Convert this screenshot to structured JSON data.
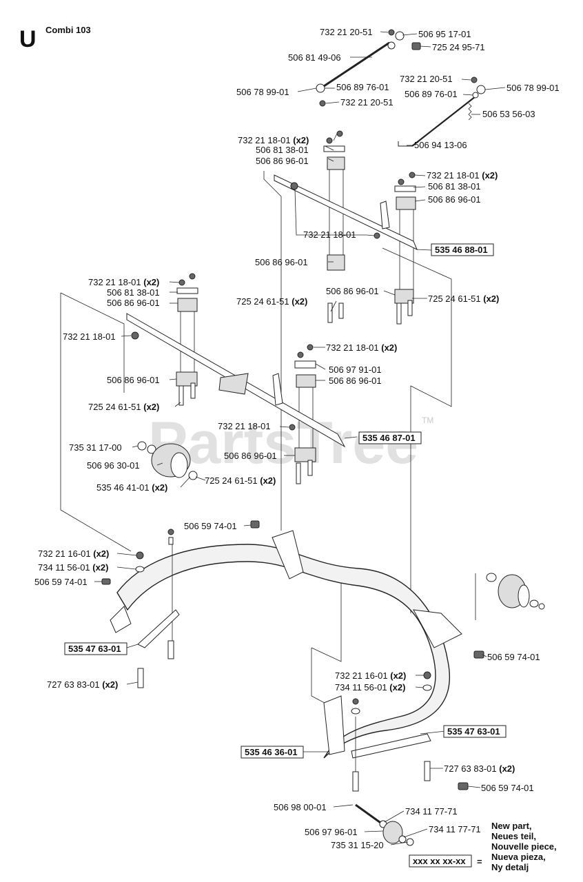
{
  "header": {
    "section_letter": "U",
    "model": "Combi 103"
  },
  "watermark": {
    "text": "PartsTree",
    "tm": "TM"
  },
  "legend": {
    "lines": [
      "New part,",
      "Neues teil,",
      "Nouvelle piece,",
      "Nueva pieza,",
      "Ny detalj"
    ],
    "sample": "xxx xx xx-xx",
    "equals": "="
  },
  "parts": [
    {
      "num": "732 21 20-51",
      "qty": ""
    },
    {
      "num": "506 95 17-01",
      "qty": ""
    },
    {
      "num": "725 24 95-71",
      "qty": ""
    },
    {
      "num": "506 81 49-06",
      "qty": ""
    },
    {
      "num": "506 78 99-01",
      "qty": ""
    },
    {
      "num": "506 89 76-01",
      "qty": ""
    },
    {
      "num": "732 21 20-51",
      "qty": ""
    },
    {
      "num": "732 21 20-51",
      "qty": ""
    },
    {
      "num": "506 78 99-01",
      "qty": ""
    },
    {
      "num": "506 89 76-01",
      "qty": ""
    },
    {
      "num": "506 53 56-03",
      "qty": ""
    },
    {
      "num": "506 94 13-06",
      "qty": ""
    },
    {
      "num": "732 21 18-01",
      "qty": "(x2)"
    },
    {
      "num": "506 81 38-01",
      "qty": ""
    },
    {
      "num": "506 86 96-01",
      "qty": ""
    },
    {
      "num": "732 21 18-01",
      "qty": "(x2)"
    },
    {
      "num": "506 81 38-01",
      "qty": ""
    },
    {
      "num": "506 86 96-01",
      "qty": ""
    },
    {
      "num": "732 21 18-01",
      "qty": ""
    },
    {
      "num": "535 46 88-01",
      "qty": ""
    },
    {
      "num": "506 86 96-01",
      "qty": ""
    },
    {
      "num": "506 86 96-01",
      "qty": ""
    },
    {
      "num": "725 24 61-51",
      "qty": "(x2)"
    },
    {
      "num": "725 24 61-51",
      "qty": "(x2)"
    },
    {
      "num": "732 21 18-01",
      "qty": "(x2)"
    },
    {
      "num": "506 81 38-01",
      "qty": ""
    },
    {
      "num": "506 86 96-01",
      "qty": ""
    },
    {
      "num": "732 21 18-01",
      "qty": ""
    },
    {
      "num": "732 21 18-01",
      "qty": "(x2)"
    },
    {
      "num": "506 97 91-01",
      "qty": ""
    },
    {
      "num": "506 86 96-01",
      "qty": ""
    },
    {
      "num": "506 86 96-01",
      "qty": ""
    },
    {
      "num": "725 24 61-51",
      "qty": "(x2)"
    },
    {
      "num": "732 21 18-01",
      "qty": ""
    },
    {
      "num": "535 46 87-01",
      "qty": ""
    },
    {
      "num": "735 31 17-00",
      "qty": ""
    },
    {
      "num": "506 96 30-01",
      "qty": ""
    },
    {
      "num": "506 86 96-01",
      "qty": ""
    },
    {
      "num": "535 46 41-01",
      "qty": "(x2)"
    },
    {
      "num": "725 24 61-51",
      "qty": "(x2)"
    },
    {
      "num": "506 59 74-01",
      "qty": ""
    },
    {
      "num": "732 21 16-01",
      "qty": "(x2)"
    },
    {
      "num": "734 11 56-01",
      "qty": "(x2)"
    },
    {
      "num": "506 59 74-01",
      "qty": ""
    },
    {
      "num": "535 47 63-01",
      "qty": ""
    },
    {
      "num": "727 63 83-01",
      "qty": "(x2)"
    },
    {
      "num": "506 59 74-01",
      "qty": ""
    },
    {
      "num": "732 21 16-01",
      "qty": "(x2)"
    },
    {
      "num": "734 11 56-01",
      "qty": "(x2)"
    },
    {
      "num": "535 47 63-01",
      "qty": ""
    },
    {
      "num": "535 46 36-01",
      "qty": ""
    },
    {
      "num": "727 63 83-01",
      "qty": "(x2)"
    },
    {
      "num": "506 59 74-01",
      "qty": ""
    },
    {
      "num": "506 98 00-01",
      "qty": ""
    },
    {
      "num": "734 11 77-71",
      "qty": ""
    },
    {
      "num": "506 97 96-01",
      "qty": ""
    },
    {
      "num": "734 11 77-71",
      "qty": ""
    },
    {
      "num": "735 31 15-20",
      "qty": ""
    }
  ]
}
